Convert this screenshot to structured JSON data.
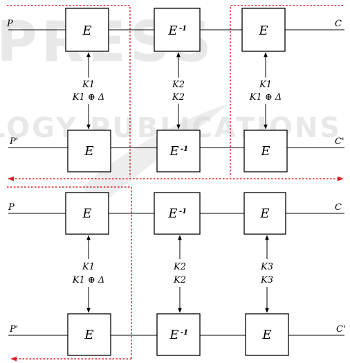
{
  "watermark": {
    "line1": "PRESS",
    "line2": "LOGY PUBLICATIONS"
  },
  "colors": {
    "boundary": "#e0202a",
    "stroke": "#000000",
    "watermark": "#d6d6d6"
  },
  "top": {
    "input_top": "P",
    "output_top": "C",
    "input_bottom": "P'",
    "output_bottom": "C'",
    "cipher1": "E",
    "cipher2_base": "E",
    "cipher2_exp": "-1",
    "cipher3": "E",
    "key1_a": "K1",
    "key1_b": "K1 ⊕ Δ",
    "key2_a": "K2",
    "key2_b": "K2",
    "key3_a": "K1",
    "key3_b": "K1 ⊕ Δ"
  },
  "bottom": {
    "input_top": "P",
    "output_top": "C",
    "input_bottom": "P'",
    "output_bottom": "C'",
    "cipher1": "E",
    "cipher2_base": "E",
    "cipher2_exp": "-1",
    "cipher3": "E",
    "key1_a": "K1",
    "key1_b": "K1 ⊕ Δ",
    "key2_a": "K2",
    "key2_b": "K2",
    "key3_a": "K3",
    "key3_b": "K3"
  }
}
